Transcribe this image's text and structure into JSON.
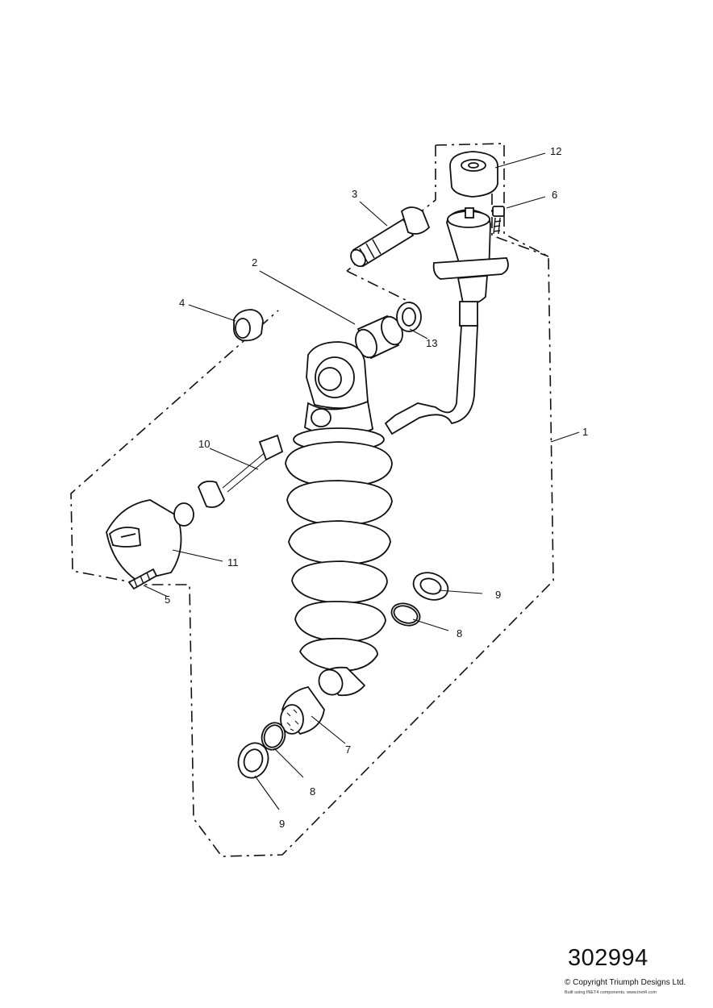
{
  "callouts": [
    {
      "id": "c1",
      "text": "1"
    },
    {
      "id": "c2",
      "text": "2"
    },
    {
      "id": "c3",
      "text": "3"
    },
    {
      "id": "c4",
      "text": "4"
    },
    {
      "id": "c5",
      "text": "5"
    },
    {
      "id": "c6",
      "text": "6"
    },
    {
      "id": "c7",
      "text": "7"
    },
    {
      "id": "c8a",
      "text": "8"
    },
    {
      "id": "c8b",
      "text": "8"
    },
    {
      "id": "c9a",
      "text": "9"
    },
    {
      "id": "c9b",
      "text": "9"
    },
    {
      "id": "c10",
      "text": "10"
    },
    {
      "id": "c11",
      "text": "11"
    },
    {
      "id": "c12",
      "text": "12"
    },
    {
      "id": "c13",
      "text": "13"
    }
  ],
  "footer": {
    "reference_number": "302994",
    "copyright": "© Copyright Triumph Designs Ltd.",
    "credit": "Built using INET4 components. www.inet4.com"
  }
}
